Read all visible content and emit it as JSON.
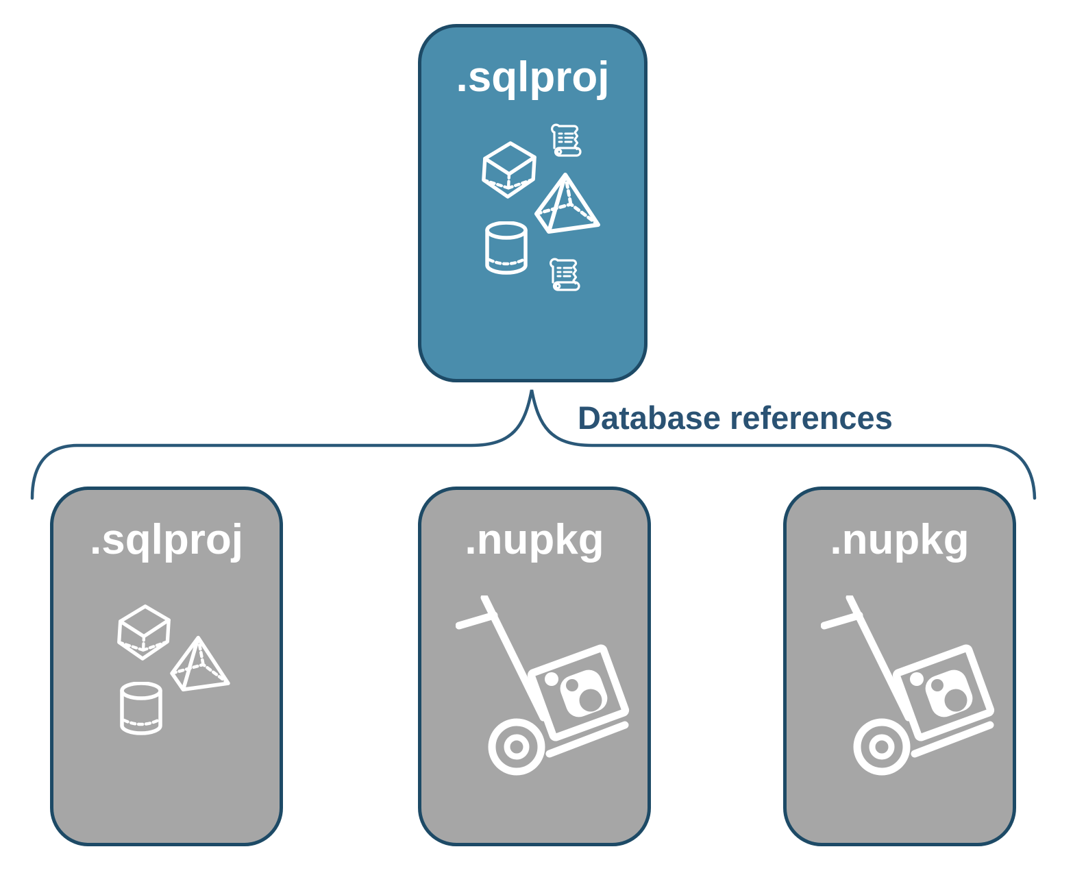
{
  "diagram": {
    "root": {
      "label": ".sqlproj",
      "icons": [
        "cube-icon",
        "scroll-icon",
        "pyramid-icon",
        "cylinder-icon",
        "scroll-icon"
      ]
    },
    "connector": {
      "label": "Database references"
    },
    "children": [
      {
        "label": ".sqlproj",
        "icons": [
          "cube-icon",
          "pyramid-icon",
          "cylinder-icon"
        ]
      },
      {
        "label": ".nupkg",
        "icons": [
          "package-dolly-icon"
        ]
      },
      {
        "label": ".nupkg",
        "icons": [
          "package-dolly-icon"
        ]
      }
    ],
    "colors": {
      "accent_fill": "#4a8dac",
      "gray_fill": "#a6a6a6",
      "box_border": "#1d4a66",
      "connector_stroke": "#2a5878",
      "label_text": "#2a5273",
      "icon": "#ffffff"
    }
  }
}
